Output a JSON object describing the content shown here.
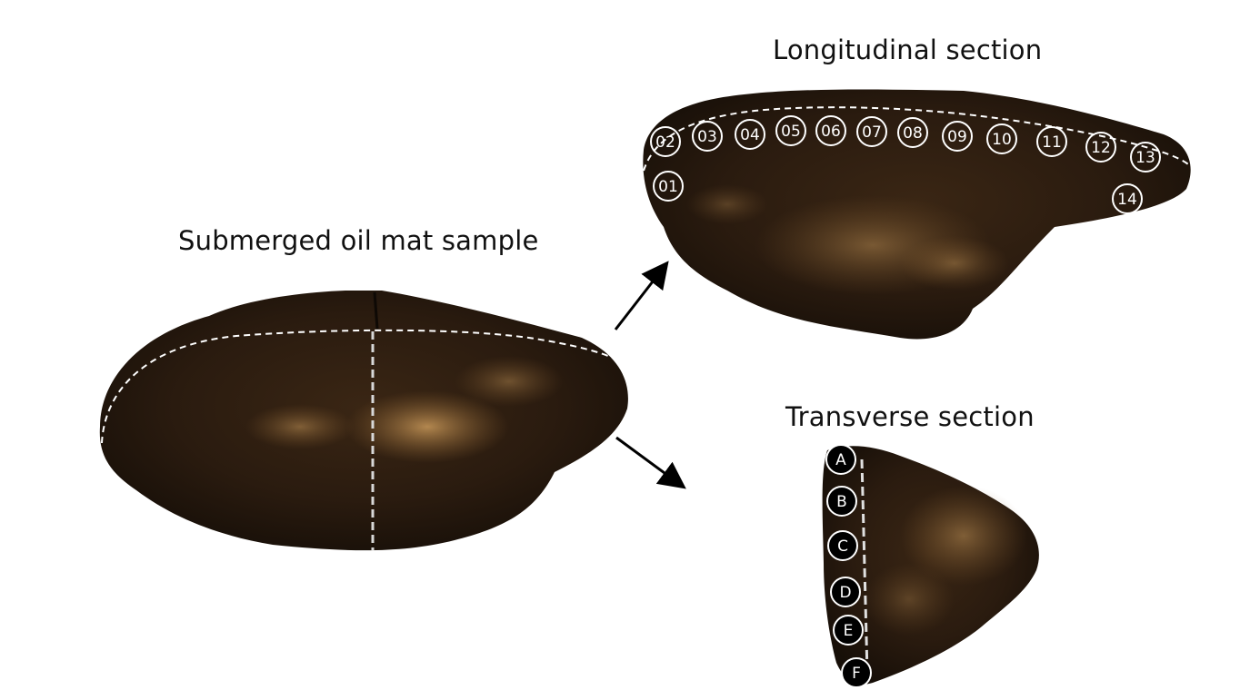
{
  "figure": {
    "titles": {
      "sample": "Submerged oil mat sample",
      "longitudinal": "Longitudinal section",
      "transverse": "Transverse section"
    },
    "longitudinal_labels": [
      "01",
      "02",
      "03",
      "04",
      "05",
      "06",
      "07",
      "08",
      "09",
      "10",
      "11",
      "12",
      "13",
      "14"
    ],
    "transverse_labels": [
      "A",
      "B",
      "C",
      "D",
      "E",
      "F"
    ],
    "colors": {
      "oil_dark": "#1f140c",
      "oil_mid": "#3a2614",
      "sediment": "#b88a4a",
      "marker_line": "#ffffff",
      "arrow": "#000000"
    }
  }
}
